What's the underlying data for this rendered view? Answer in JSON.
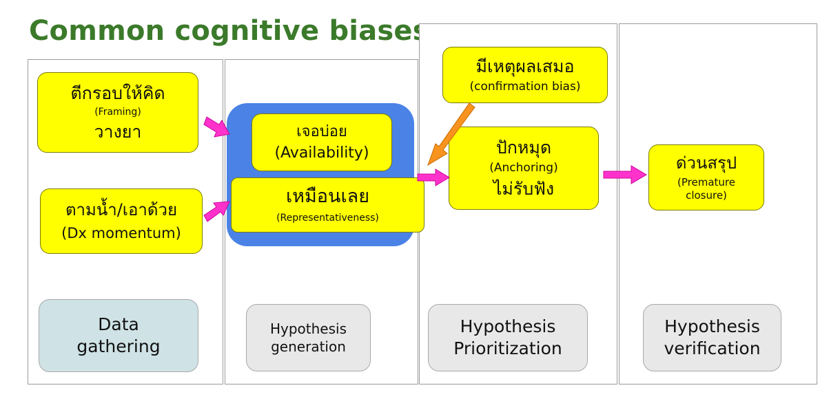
{
  "title": "Common cognitive biases",
  "colors": {
    "title_green": "#3b7a2a",
    "bias_box_yellow": "#ffff00",
    "blue_group": "#4a82e6",
    "arrow_magenta": "#ff33cc",
    "arrow_orange": "#f7931e",
    "data_stage_fill": "#cfe2e6",
    "stage_fill": "#e8e8e8"
  },
  "stages": {
    "data_gathering": [
      "Data",
      "gathering"
    ],
    "hypothesis_generation": [
      "Hypothesis",
      "generation"
    ],
    "hypothesis_prioritization": [
      "Hypothesis",
      "Prioritization"
    ],
    "hypothesis_verification": [
      "Hypothesis",
      "verification"
    ]
  },
  "biases": {
    "framing": {
      "thai_top": "ตีกรอบให้คิด",
      "english": "(Framing)",
      "thai_bottom": "วางยา"
    },
    "momentum": {
      "thai": "ตามน้ำ/เอาด้วย",
      "english": "(Dx momentum)"
    },
    "availability": {
      "thai": "เจอบ่อย",
      "english": "(Availability)"
    },
    "representativeness": {
      "thai": "เหมือนเลย",
      "english": "(Representativeness)"
    },
    "confirmation": {
      "thai": "มีเหตุผลเสมอ",
      "english": "(confirmation bias)"
    },
    "anchoring": {
      "thai_top": "ปักหมุด",
      "english": "(Anchoring)",
      "thai_bottom": "ไม่รับฟัง"
    },
    "premature": {
      "thai": "ด่วนสรุป",
      "english_line1": "(Premature",
      "english_line2": "closure)"
    }
  }
}
